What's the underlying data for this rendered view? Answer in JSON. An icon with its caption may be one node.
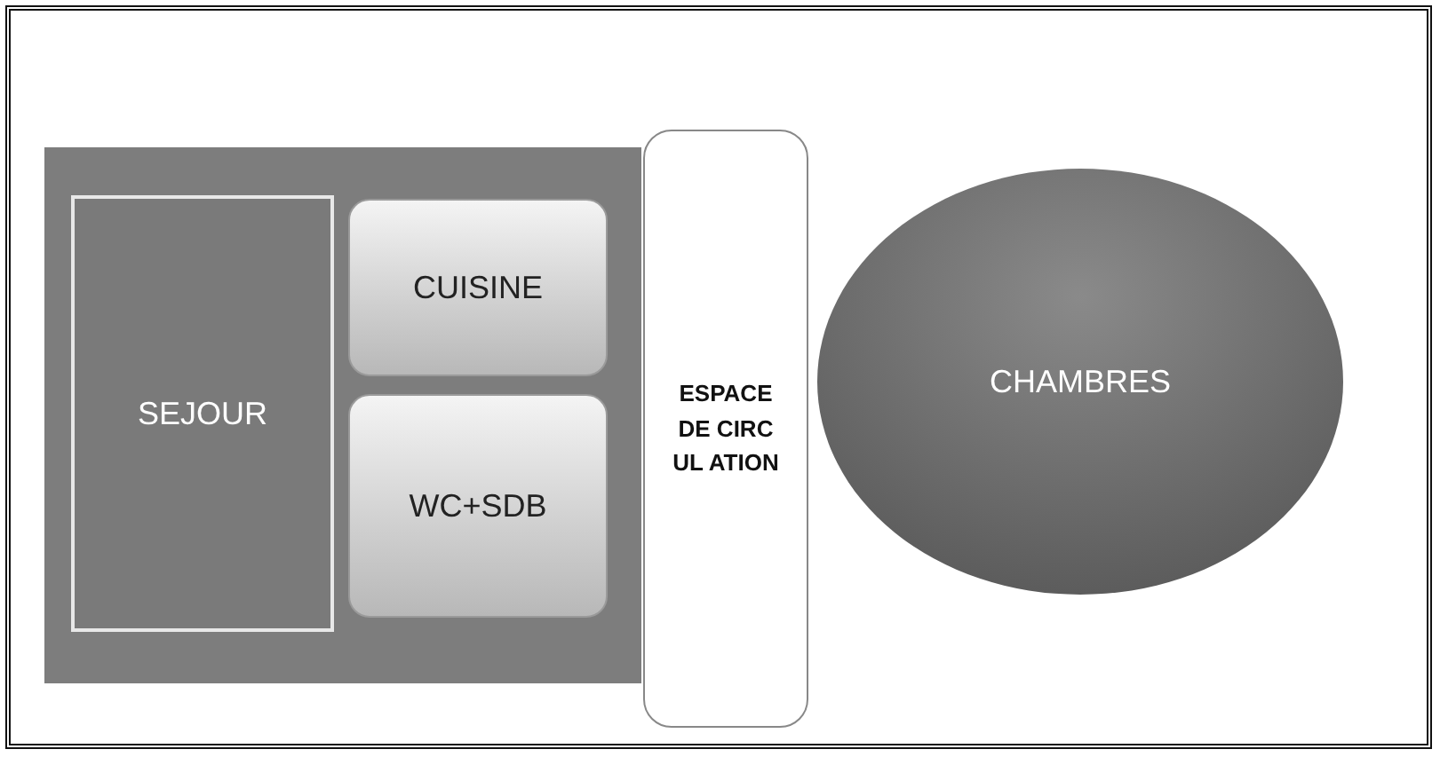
{
  "diagram": {
    "nodes": [
      {
        "text": [],
        "shape": "box"
      },
      {
        "text": [
          "SEJOUR"
        ],
        "in": 0
      },
      {
        "text": [
          "CUISINE"
        ],
        "in": 0
      },
      {
        "text": [
          "WC+SDB"
        ],
        "in": 0
      },
      {
        "text": [
          "ESPACE DE CIRCUL ATION"
        ]
      },
      {
        "text": [
          "CHAMBRES"
        ]
      }
    ]
  }
}
